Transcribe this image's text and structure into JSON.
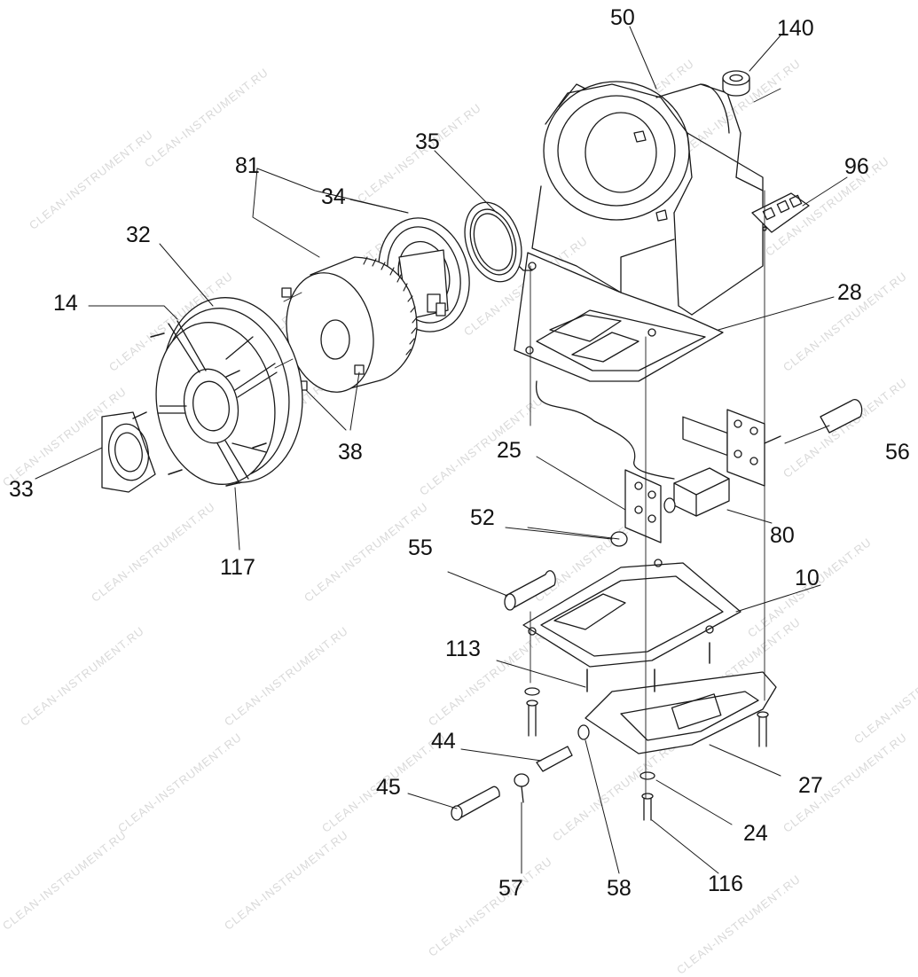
{
  "watermark": "CLEAN-INSTRUMENT.RU",
  "labels": {
    "p10": "10",
    "p14": "14",
    "p24": "24",
    "p25": "25",
    "p27": "27",
    "p28": "28",
    "p32": "32",
    "p33": "33",
    "p34": "34",
    "p35": "35",
    "p38": "38",
    "p44": "44",
    "p45": "45",
    "p50": "50",
    "p52": "52",
    "p55": "55",
    "p56": "56",
    "p57": "57",
    "p58": "58",
    "p80": "80",
    "p81": "81",
    "p96": "96",
    "p113": "113",
    "p116": "116",
    "p117": "117",
    "p140": "140"
  }
}
